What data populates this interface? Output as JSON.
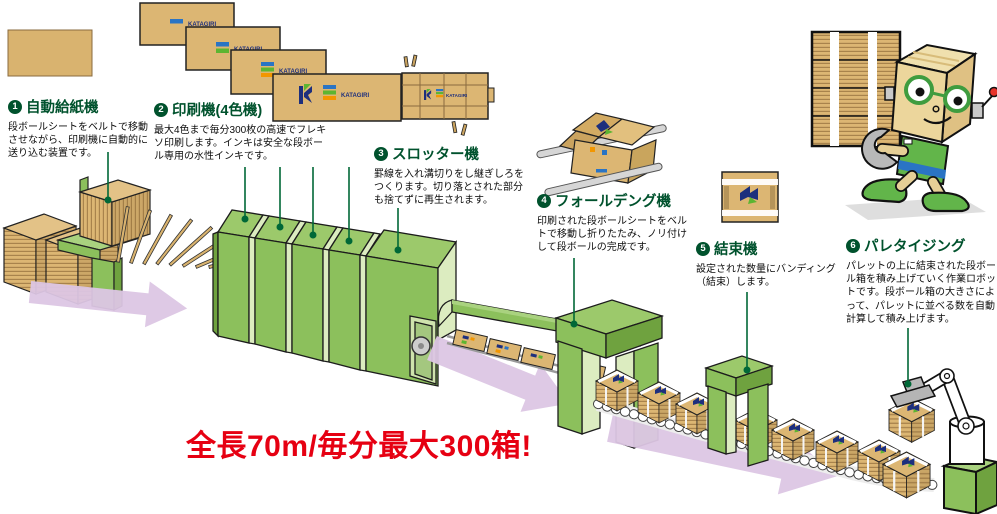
{
  "brand": {
    "name": "KATAGIRI"
  },
  "headline": {
    "text": "全長70m/毎分最大300箱!",
    "color": "#e60012"
  },
  "stations": [
    {
      "num": "1",
      "title": "自動給紙機",
      "desc": "段ボールシートをベルトで移動させながら、印刷機に自動的に送り込む装置です。"
    },
    {
      "num": "2",
      "title": "印刷機(4色機)",
      "desc": "最大4色まで毎分300枚の高速でフレキソ印刷します。インキは安全な段ボール専用の水性インキです。"
    },
    {
      "num": "3",
      "title": "スロッター機",
      "desc": "罫線を入れ溝切りをし継ぎしろをつくります。切り落とされた部分も捨てずに再生されます。"
    },
    {
      "num": "4",
      "title": "フォールデング機",
      "desc": "印刷された段ボールシートをベルトで移動し折りたたみ、ノリ付けして段ボールの完成です。"
    },
    {
      "num": "5",
      "title": "結束機",
      "desc": "設定された数量にバンディング（結束）します。"
    },
    {
      "num": "6",
      "title": "パレタイジング",
      "desc": "パレットの上に結束された段ボール箱を積み上げていく作業ロボットです。段ボール箱の大きさによって、パレットに並べる数を自動計算して積み上げます。"
    }
  ],
  "colors": {
    "machine_green": "#8cc05c",
    "machine_green_light": "#dcecc0",
    "machine_green_dark": "#6fa23f",
    "cardboard": "#dcb673",
    "cardboard_stripe": "#a8834c",
    "leader_green": "#006837",
    "title_green": "#00522d",
    "arrow_purple": "#dcc6e4",
    "headline_red": "#e60012",
    "logo_navy": "#1d2f7d",
    "logo_blue": "#2a74c4",
    "logo_green": "#5cb531",
    "logo_orange": "#f29600"
  }
}
